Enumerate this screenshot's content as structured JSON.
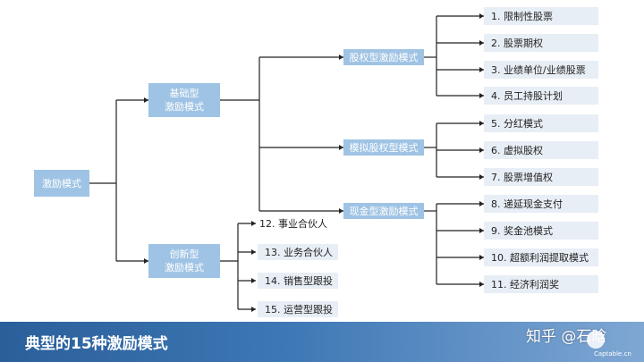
{
  "root": "激励模式",
  "branches": {
    "basic": "基础型\n激励模式",
    "innovative": "创新型\n激励模式"
  },
  "categories": {
    "equity": "股权型激励模式",
    "virtual": "模拟股权型模式",
    "mixed": "现金型激励模式"
  },
  "leaves": [
    "1.   限制性股票",
    "2.   股票期权",
    "3.   业绩单位/业绩股票",
    "4.   员工持股计划",
    "5.   分红模式",
    "6.   虚拟股权",
    "7.   股票增值权",
    "8.   递延现金支付",
    "9.   奖金池模式",
    "10. 超额利润提取模式",
    "11. 经济利润奖",
    "12. 事业合伙人",
    "13. 业务合伙人",
    "14. 销售型跟投",
    "15. 运营型跟投"
  ],
  "footer": {
    "title": "典型的15种激励模式",
    "watermark": "知乎 @石晗",
    "logo_text": "Captable.cn"
  },
  "colors": {
    "box_blue": "#9fc3e4",
    "leaf_bg": "#e8eef5",
    "line": "#222222",
    "footer": "#2a5f9a"
  }
}
